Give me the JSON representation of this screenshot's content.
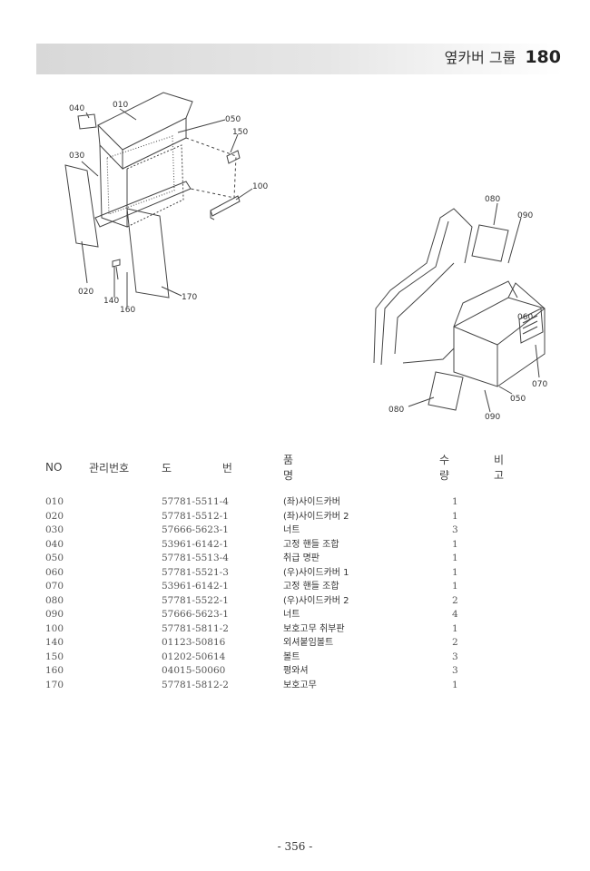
{
  "header": {
    "title": "옆카버 그룹",
    "group_number": "180"
  },
  "diagram": {
    "callouts": [
      "040",
      "010",
      "050",
      "150",
      "030",
      "100",
      "020",
      "140",
      "160",
      "170",
      "080",
      "090",
      "060",
      "070",
      "050",
      "080",
      "090"
    ]
  },
  "table": {
    "headers": {
      "no": "NO",
      "mgmt": "관리번호",
      "drawing": "도 번",
      "name": "품 명",
      "qty": "수 량",
      "note": "비 고"
    },
    "rows": [
      {
        "no": "010",
        "code": "57781-5511-4",
        "name": "(좌)사이드카버",
        "qty": "1"
      },
      {
        "no": "020",
        "code": "57781-5512-1",
        "name": "(좌)사이드카버 2",
        "qty": "1"
      },
      {
        "no": "030",
        "code": "57666-5623-1",
        "name": "너트",
        "qty": "3"
      },
      {
        "no": "040",
        "code": "53961-6142-1",
        "name": "고정 핸들 조합",
        "qty": "1"
      },
      {
        "no": "050",
        "code": "57781-5513-4",
        "name": "취급 명판",
        "qty": "1"
      },
      {
        "no": "060",
        "code": "57781-5521-3",
        "name": "(우)사이드카버 1",
        "qty": "1"
      },
      {
        "no": "070",
        "code": "53961-6142-1",
        "name": "고정 핸들 조합",
        "qty": "1"
      },
      {
        "no": "080",
        "code": "57781-5522-1",
        "name": "(우)사이드카버 2",
        "qty": "2"
      },
      {
        "no": "090",
        "code": "57666-5623-1",
        "name": "너트",
        "qty": "4"
      },
      {
        "no": "100",
        "code": "57781-5811-2",
        "name": "보호고무 취부판",
        "qty": "1"
      },
      {
        "no": "140",
        "code": "01123-50816",
        "name": "외셔붙임볼트",
        "qty": "2"
      },
      {
        "no": "150",
        "code": "01202-50614",
        "name": "볼트",
        "qty": "3"
      },
      {
        "no": "160",
        "code": "04015-50060",
        "name": "평와셔",
        "qty": "3"
      },
      {
        "no": "170",
        "code": "57781-5812-2",
        "name": "보호고무",
        "qty": "1"
      }
    ]
  },
  "footer": {
    "page_number": "- 356 -"
  }
}
